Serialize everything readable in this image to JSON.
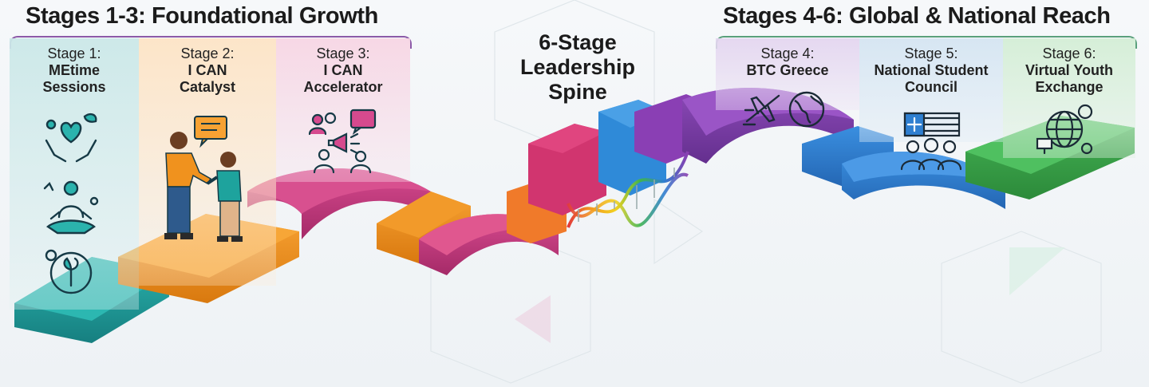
{
  "headings": {
    "left": "Stages 1-3: Foundational Growth",
    "right": "Stages 4-6: Global & National Reach"
  },
  "center_title": {
    "line1": "6-Stage",
    "line2": "Leadership",
    "line3": "Spine"
  },
  "stages": [
    {
      "num": "Stage 1:",
      "name_line1": "MEtime",
      "name_line2": "Sessions",
      "icons": [
        "heart-hands-icon",
        "meditation-icon",
        "growth-cycle-icon"
      ]
    },
    {
      "num": "Stage 2:",
      "name_line1": "I CAN",
      "name_line2": "Catalyst",
      "icons": [
        "mentoring-people-icon",
        "speech-bubble-icon"
      ]
    },
    {
      "num": "Stage 3:",
      "name_line1": "I CAN",
      "name_line2": "Accelerator",
      "icons": [
        "group-megaphone-icon"
      ]
    },
    {
      "num": "Stage 4:",
      "name_line1": "BTC Greece",
      "name_line2": "",
      "icons": [
        "airplane-icon",
        "globe-icon"
      ]
    },
    {
      "num": "Stage 5:",
      "name_line1": "National Student",
      "name_line2": "Council",
      "icons": [
        "council-flag-icon"
      ]
    },
    {
      "num": "Stage 6:",
      "name_line1": "Virtual Youth",
      "name_line2": "Exchange",
      "icons": [
        "virtual-globe-icon"
      ]
    }
  ],
  "colors": {
    "teal": "#1e9a9a",
    "orange": "#f0921e",
    "magenta": "#c8377e",
    "purple": "#7a3fa6",
    "blue": "#2f7fd0",
    "green": "#3aa14a",
    "icon_stroke": "#163a46"
  }
}
